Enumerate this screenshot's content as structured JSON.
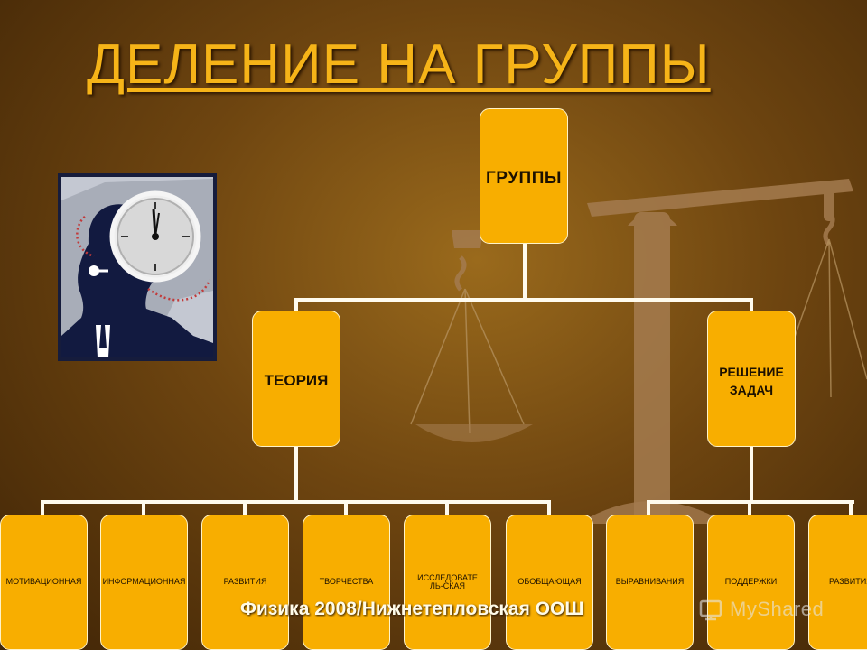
{
  "slide": {
    "title": "ДЕЛЕНИЕ НА ГРУППЫ",
    "footer": "Физика 2008/Нижнетепловская ООШ",
    "watermark": "MyShared"
  },
  "diagram": {
    "root": "ГРУППЫ",
    "branches": [
      {
        "label": "ТЕОРИЯ",
        "children": [
          "МОТИВАЦИОННАЯ",
          "ИНФОРМАЦИОННАЯ",
          "РАЗВИТИЯ",
          "ТВОРЧЕСТВА",
          "ИССЛЕДОВАТЕЛЬ-СКАЯ",
          "ОБОБЩАЮЩАЯ"
        ]
      },
      {
        "label": "РЕШЕНИЕ ЗАДАЧ",
        "children": [
          "ВЫРАВНИВАНИЯ",
          "ПОДДЕРЖКИ",
          "РАЗВИТИЯ"
        ]
      }
    ]
  },
  "colors": {
    "box": "#f8ae00",
    "title": "#f6b418",
    "background": "#6e4510"
  },
  "icons": [
    "thinking-man-clock-clipart",
    "balance-scales-background",
    "myshared-logo-icon"
  ]
}
